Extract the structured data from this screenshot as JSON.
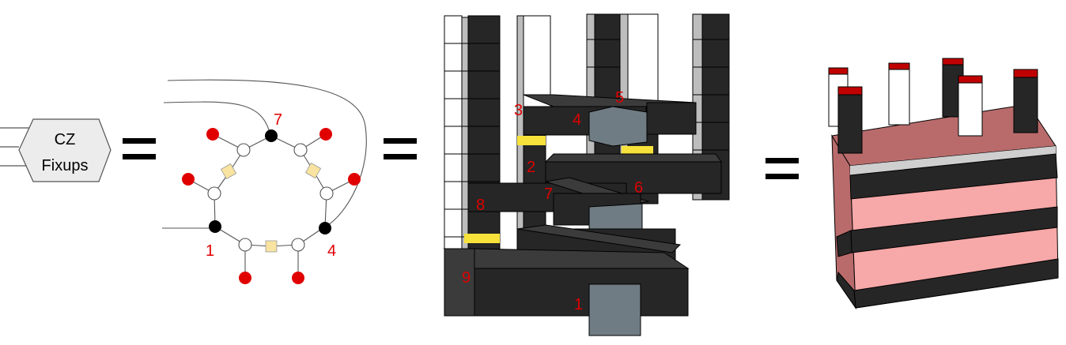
{
  "box": {
    "line1": "CZ",
    "line2": "Fixups"
  },
  "graph_labels": {
    "n1": "1",
    "n4": "4",
    "n7": "7"
  },
  "lattice_labels": {
    "l1": "1",
    "l2": "2",
    "l3": "3",
    "l4": "4",
    "l5": "5",
    "l6": "6",
    "l7": "7",
    "l8": "8",
    "l9": "9"
  },
  "colors": {
    "red": "#e00000",
    "black_node": "#000000",
    "white_node": "#ffffff",
    "square": "#f8e3a0",
    "cube_dark": "#262626",
    "cube_mid": "#3b3b3b",
    "cube_light": "#bdbdbd",
    "cube_end": "#707c84",
    "yellow": "#f6e23a",
    "pink": "#f7a8a8",
    "pink_side": "#b96b6b",
    "cap_red": "#c00000"
  }
}
